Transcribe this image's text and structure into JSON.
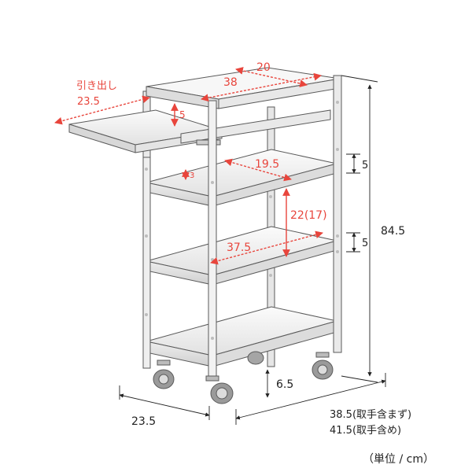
{
  "dimensions": {
    "drawer_label_line1": "引き出し",
    "drawer_label_line2": "23.5",
    "drawer_height": "5",
    "top_depth": "20",
    "top_width": "38",
    "shelf_depth": "19.5",
    "shelf_lip": "3",
    "shelf_gap": "22(17)",
    "shelf_width": "37.5",
    "shelf_pitch_upper": "5",
    "shelf_pitch_lower": "5",
    "total_height": "84.5",
    "caster_height": "6.5",
    "overall_depth": "23.5",
    "width_without_handle": "38.5(取手含まず)",
    "width_with_handle": "41.5(取手含め)",
    "unit": "（単位 / cm）"
  },
  "colors": {
    "accent": "#e8453c",
    "ink": "#222222",
    "frame_light": "#f4f4f4",
    "frame_shade": "#d6d6d6",
    "frame_stroke": "#5a5a5a"
  }
}
